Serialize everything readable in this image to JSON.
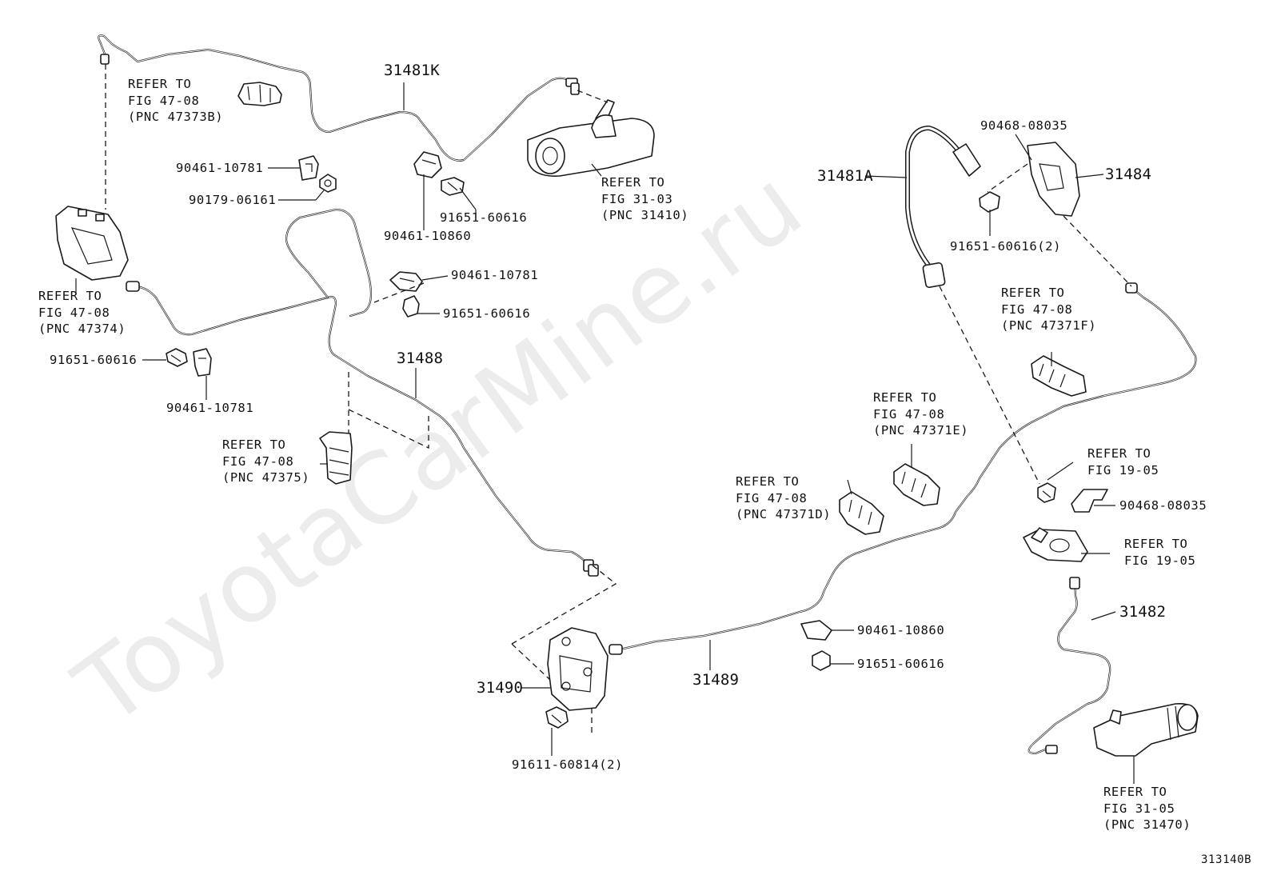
{
  "watermark": "ToyotaCarMine.ru",
  "figure_code": "313140B",
  "part_labels": {
    "p31481K": "31481K",
    "p31481A": "31481A",
    "p31484": "31484",
    "p31488": "31488",
    "p31489": "31489",
    "p31490": "31490",
    "p31482": "31482",
    "clip_90461_10781_a": "90461-10781",
    "nut_90179_06161": "90179-06161",
    "bolt_91651_60616_a": "91651-60616",
    "clip_90461_10860_a": "90461-10860",
    "clip_90461_10781_b": "90461-10781",
    "bolt_91651_60616_b": "91651-60616",
    "bolt_91651_60616_c": "91651-60616",
    "clip_90461_10781_c": "90461-10781",
    "clip_90468_08035_a": "90468-08035",
    "bolt_91651_60616_2": "91651-60616(2)",
    "clip_90468_08035_b": "90468-08035",
    "clip_90461_10860_b": "90461-10860",
    "bolt_91651_60616_d": "91651-60616",
    "bolt_91611_60814_2": "91611-60814(2)"
  },
  "refer_blocks": {
    "r47373B": [
      "REFER TO",
      "FIG 47-08",
      "(PNC 47373B)"
    ],
    "r31410": [
      "REFER TO",
      "FIG 31-03",
      "(PNC 31410)"
    ],
    "r47374": [
      "REFER TO",
      "FIG 47-08",
      "(PNC 47374)"
    ],
    "r47375": [
      "REFER TO",
      "FIG 47-08",
      "(PNC 47375)"
    ],
    "r47371F": [
      "REFER TO",
      "FIG 47-08",
      "(PNC 47371F)"
    ],
    "r47371E": [
      "REFER TO",
      "FIG 47-08",
      "(PNC 47371E)"
    ],
    "r47371D": [
      "REFER TO",
      "FIG 47-08",
      "(PNC 47371D)"
    ],
    "r19_05_a": [
      "REFER TO",
      "FIG 19-05"
    ],
    "r19_05_b": [
      "REFER TO",
      "FIG 19-05"
    ],
    "r31470": [
      "REFER TO",
      "FIG 31-05",
      "(PNC 31470)"
    ]
  }
}
